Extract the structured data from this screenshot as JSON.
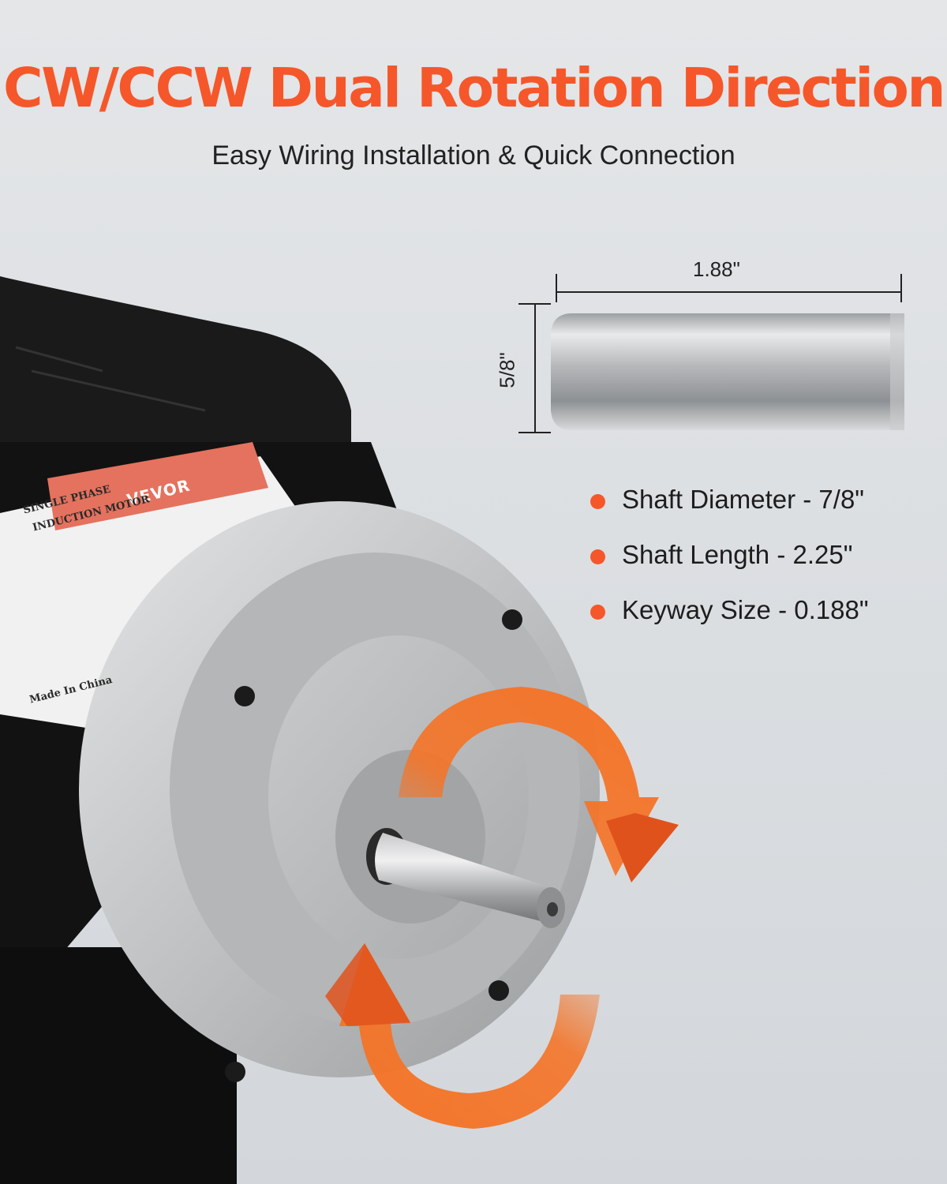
{
  "headline": "CW/CCW Dual Rotation Direction",
  "subheadline": "Easy Wiring Installation & Quick Connection",
  "shaft_diagram": {
    "length_label": "1.88\"",
    "diameter_label": "5/8\""
  },
  "specs": [
    {
      "text": "Shaft Diameter - 7/8\""
    },
    {
      "text": "Shaft Length - 2.25\""
    },
    {
      "text": "Keyway Size - 0.188\""
    }
  ],
  "nameplate": {
    "brand": "VEVOR",
    "line1": "SINGLE PHASE",
    "line2": "INDUCTION MOTOR",
    "line3": "Made In China"
  },
  "colors": {
    "accent": "#f5572a",
    "arrow": "#f47428",
    "motor_body": "#141414",
    "flange": "#bcbec0"
  },
  "icons": {
    "rotation": "cw-ccw-rotation-arrows-icon"
  }
}
